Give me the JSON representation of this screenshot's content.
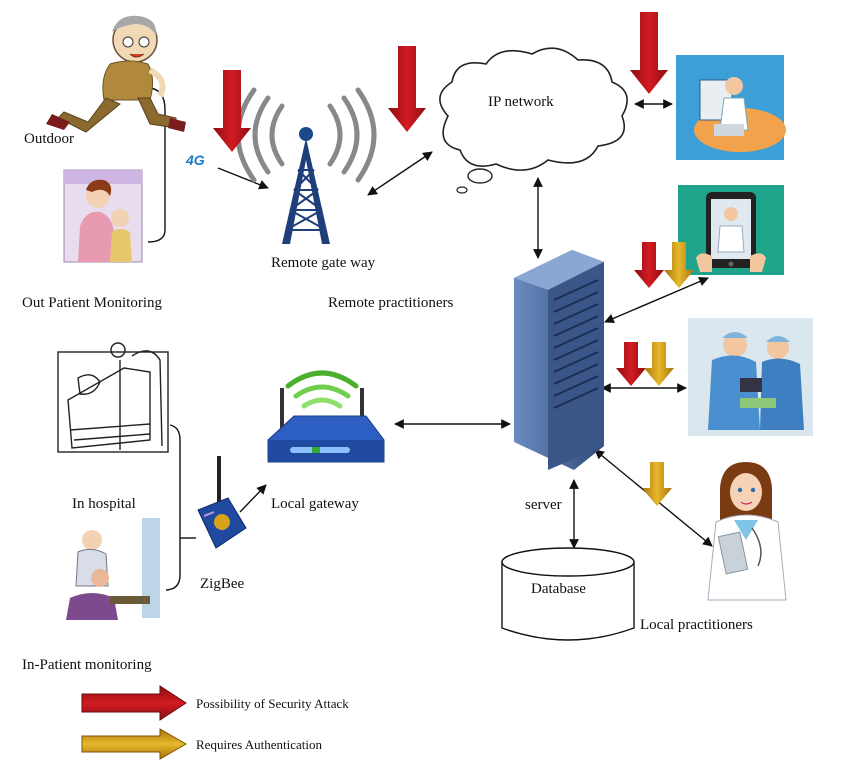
{
  "labels": {
    "outdoor": "Outdoor",
    "four_g": "4G",
    "out_patient_monitoring": "Out Patient Monitoring",
    "remote_gateway": "Remote gate way",
    "remote_practitioners": "Remote practitioners",
    "ip_network": "IP network",
    "in_hospital": "In hospital",
    "zigbee": "ZigBee",
    "local_gateway": "Local gateway",
    "server": "server",
    "database": "Database",
    "local_practitioners": "Local practitioners",
    "in_patient_monitoring": "In-Patient monitoring"
  },
  "legend": {
    "security_attack": "Possibility of Security Attack",
    "authentication": "Requires  Authentication"
  },
  "colors": {
    "attack_arrow": "#c0141c",
    "auth_arrow": "#d9a21b",
    "server_body": "#4a6da0",
    "connector": "#111111"
  },
  "icons": [
    "elderly-walker-icon",
    "mother-child-icon",
    "hospital-bed-icon",
    "doctor-patient-icon",
    "cell-tower-icon",
    "wifi-router-icon",
    "zigbee-module-icon",
    "server-tower-icon",
    "database-cylinder-icon",
    "cloud-icon",
    "telemedicine-doctor-icon",
    "tablet-doctor-icon",
    "surgeons-icon",
    "female-doctor-icon"
  ]
}
